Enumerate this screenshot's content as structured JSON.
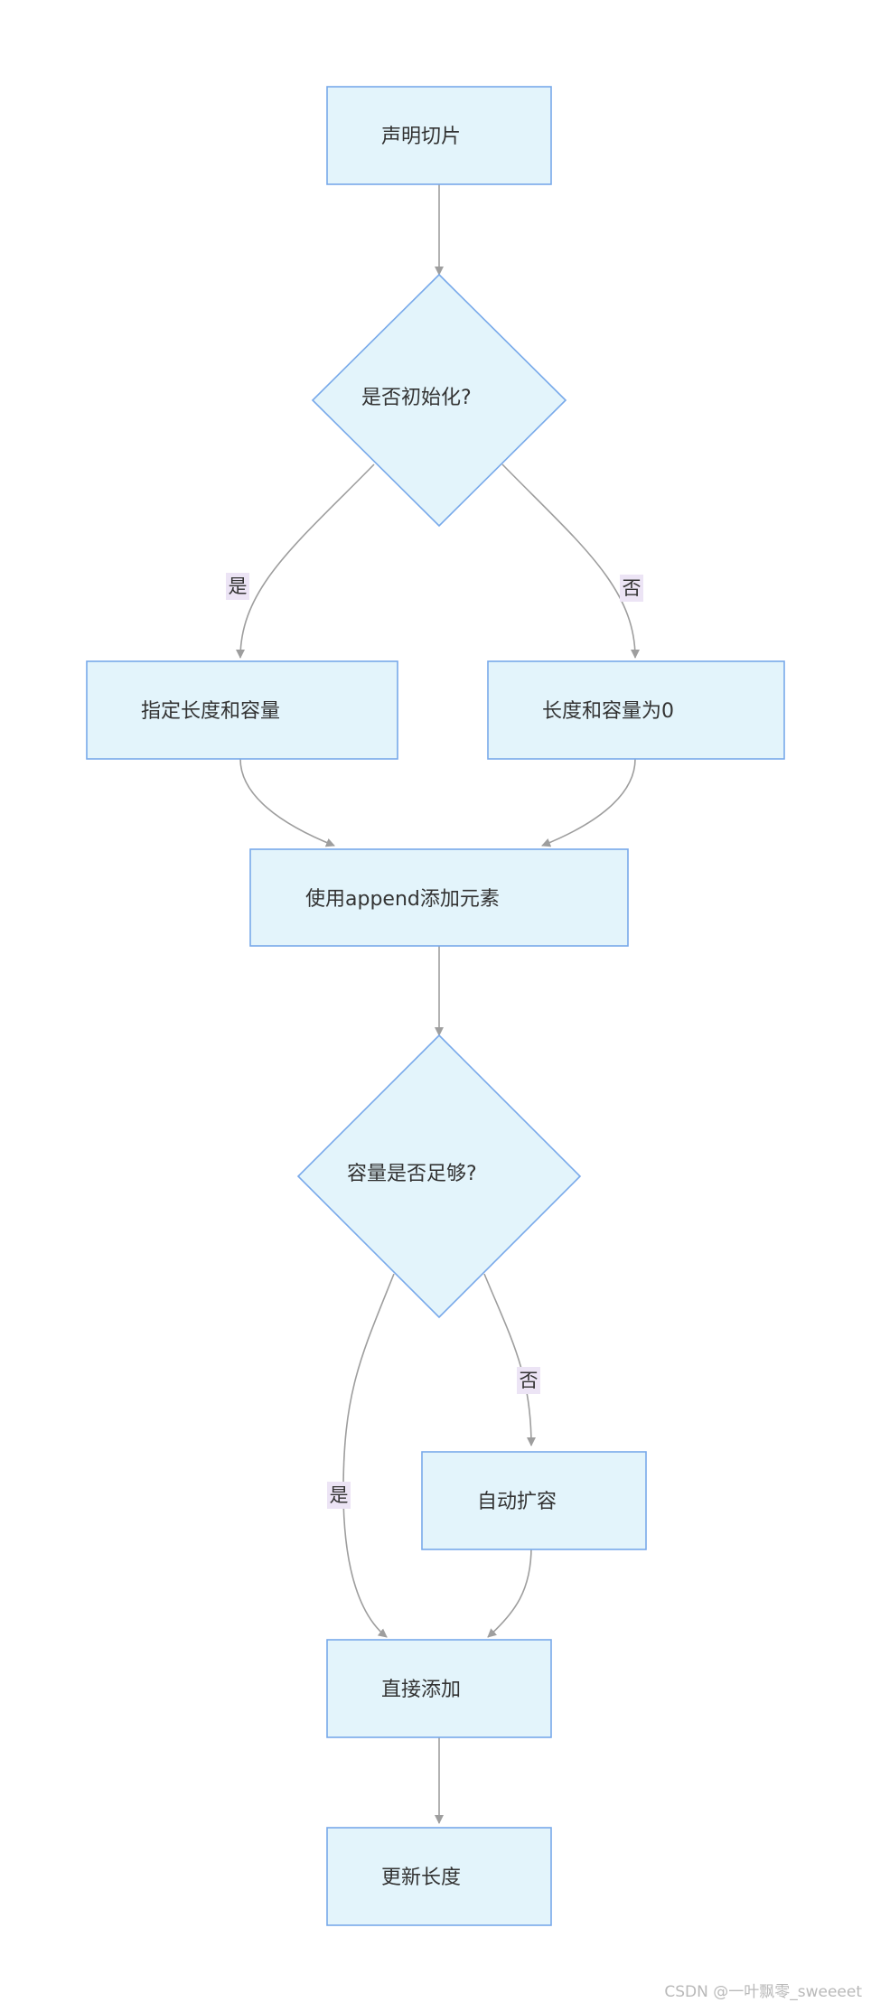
{
  "colors": {
    "node_fill": "#e3f4fb",
    "node_stroke": "#78a9ea",
    "edge": "#9e9e9e",
    "edge_label_bg": "#ece4f5",
    "text": "#333333",
    "watermark": "#b9b9b9"
  },
  "nodes": {
    "declare": "声明切片",
    "is_init": "是否初始化?",
    "specify": "指定长度和容量",
    "zero": "长度和容量为0",
    "append": "使用append添加元素",
    "enough": "容量是否足够?",
    "expand": "自动扩容",
    "direct_add": "直接添加",
    "update_len": "更新长度"
  },
  "edge_labels": {
    "init_yes": "是",
    "init_no": "否",
    "enough_no": "否",
    "enough_yes": "是"
  },
  "watermark": "CSDN @一叶飘零_sweeeet"
}
